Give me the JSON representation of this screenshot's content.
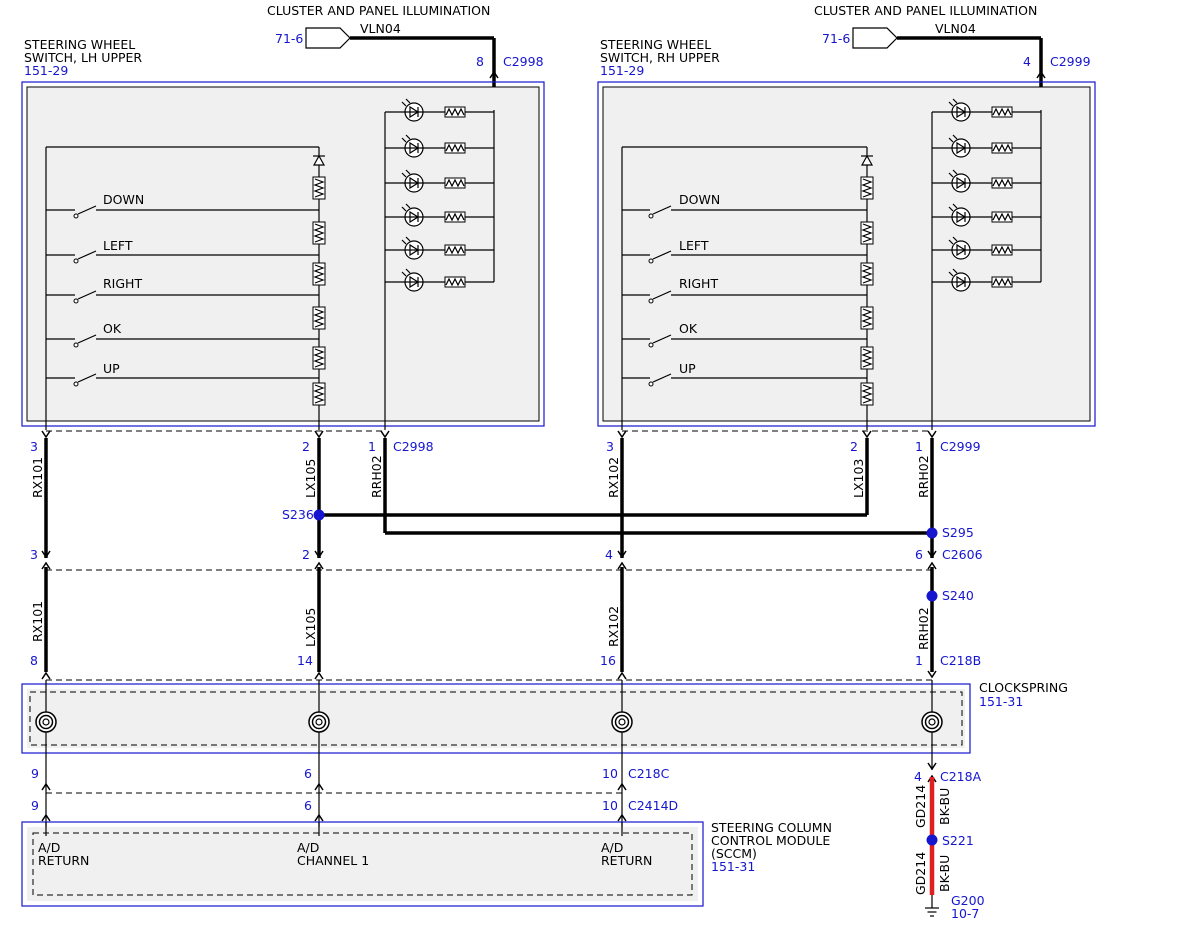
{
  "illumination": [
    {
      "title": "CLUSTER AND PANEL ILLUMINATION",
      "ref": "71-6",
      "wire": "VLN04",
      "pin": "8",
      "connector": "C2998"
    },
    {
      "title": "CLUSTER AND PANEL ILLUMINATION",
      "ref": "71-6",
      "wire": "VLN04",
      "pin": "4",
      "connector": "C2999"
    }
  ],
  "switches": [
    {
      "name_line1": "STEERING WHEEL",
      "name_line2": "SWITCH, LH UPPER",
      "ref": "151-29"
    },
    {
      "name_line1": "STEERING WHEEL",
      "name_line2": "SWITCH, RH UPPER",
      "ref": "151-29"
    }
  ],
  "switch_labels": [
    "DOWN",
    "LEFT",
    "RIGHT",
    "OK",
    "UP"
  ],
  "top_pins": [
    {
      "pin": "3",
      "wire": "RX101"
    },
    {
      "pin": "2",
      "wire": "LX105"
    },
    {
      "pin": "1",
      "wire": "RRH02",
      "connector": "C2998"
    },
    {
      "pin": "3",
      "wire": "RX102"
    },
    {
      "pin": "2",
      "wire": "LX103"
    },
    {
      "pin": "1",
      "wire": "RRH02",
      "connector": "C2999"
    }
  ],
  "splices": {
    "s236": "S236",
    "s295": "S295",
    "s240": "S240",
    "s221": "S221"
  },
  "c2606": {
    "pins": [
      "3",
      "2",
      "4",
      "6"
    ],
    "connector": "C2606"
  },
  "mid_wires": [
    "RX101",
    "LX105",
    "RX102",
    "RRH02"
  ],
  "c218b": {
    "pins": [
      "8",
      "14",
      "16",
      "1"
    ],
    "connector": "C218B"
  },
  "clockspring": {
    "name": "CLOCKSPRING",
    "ref": "151-31"
  },
  "c218c": {
    "pins": [
      "9",
      "6",
      "10"
    ],
    "connector": "C218C"
  },
  "c2414d": {
    "pins": [
      "9",
      "6",
      "10"
    ],
    "connector": "C2414D"
  },
  "c218a": {
    "pin": "4",
    "connector": "C218A"
  },
  "sccm": {
    "name_line1": "STEERING COLUMN",
    "name_line2": "CONTROL MODULE",
    "name_line3": "(SCCM)",
    "ref": "151-31",
    "pins": [
      {
        "l1": "A/D",
        "l2": "RETURN"
      },
      {
        "l1": "A/D",
        "l2": "CHANNEL 1"
      },
      {
        "l1": "A/D",
        "l2": "RETURN"
      }
    ]
  },
  "ground_wires": [
    {
      "wire": "GD214",
      "color": "BK-BU"
    },
    {
      "wire": "GD214",
      "color": "BK-BU"
    }
  ],
  "ground": {
    "name": "G200",
    "ref": "10-7"
  },
  "colors": {
    "connector_text": "#1515d0",
    "ground_wire": "#e02020",
    "splice": "#1515d0"
  }
}
